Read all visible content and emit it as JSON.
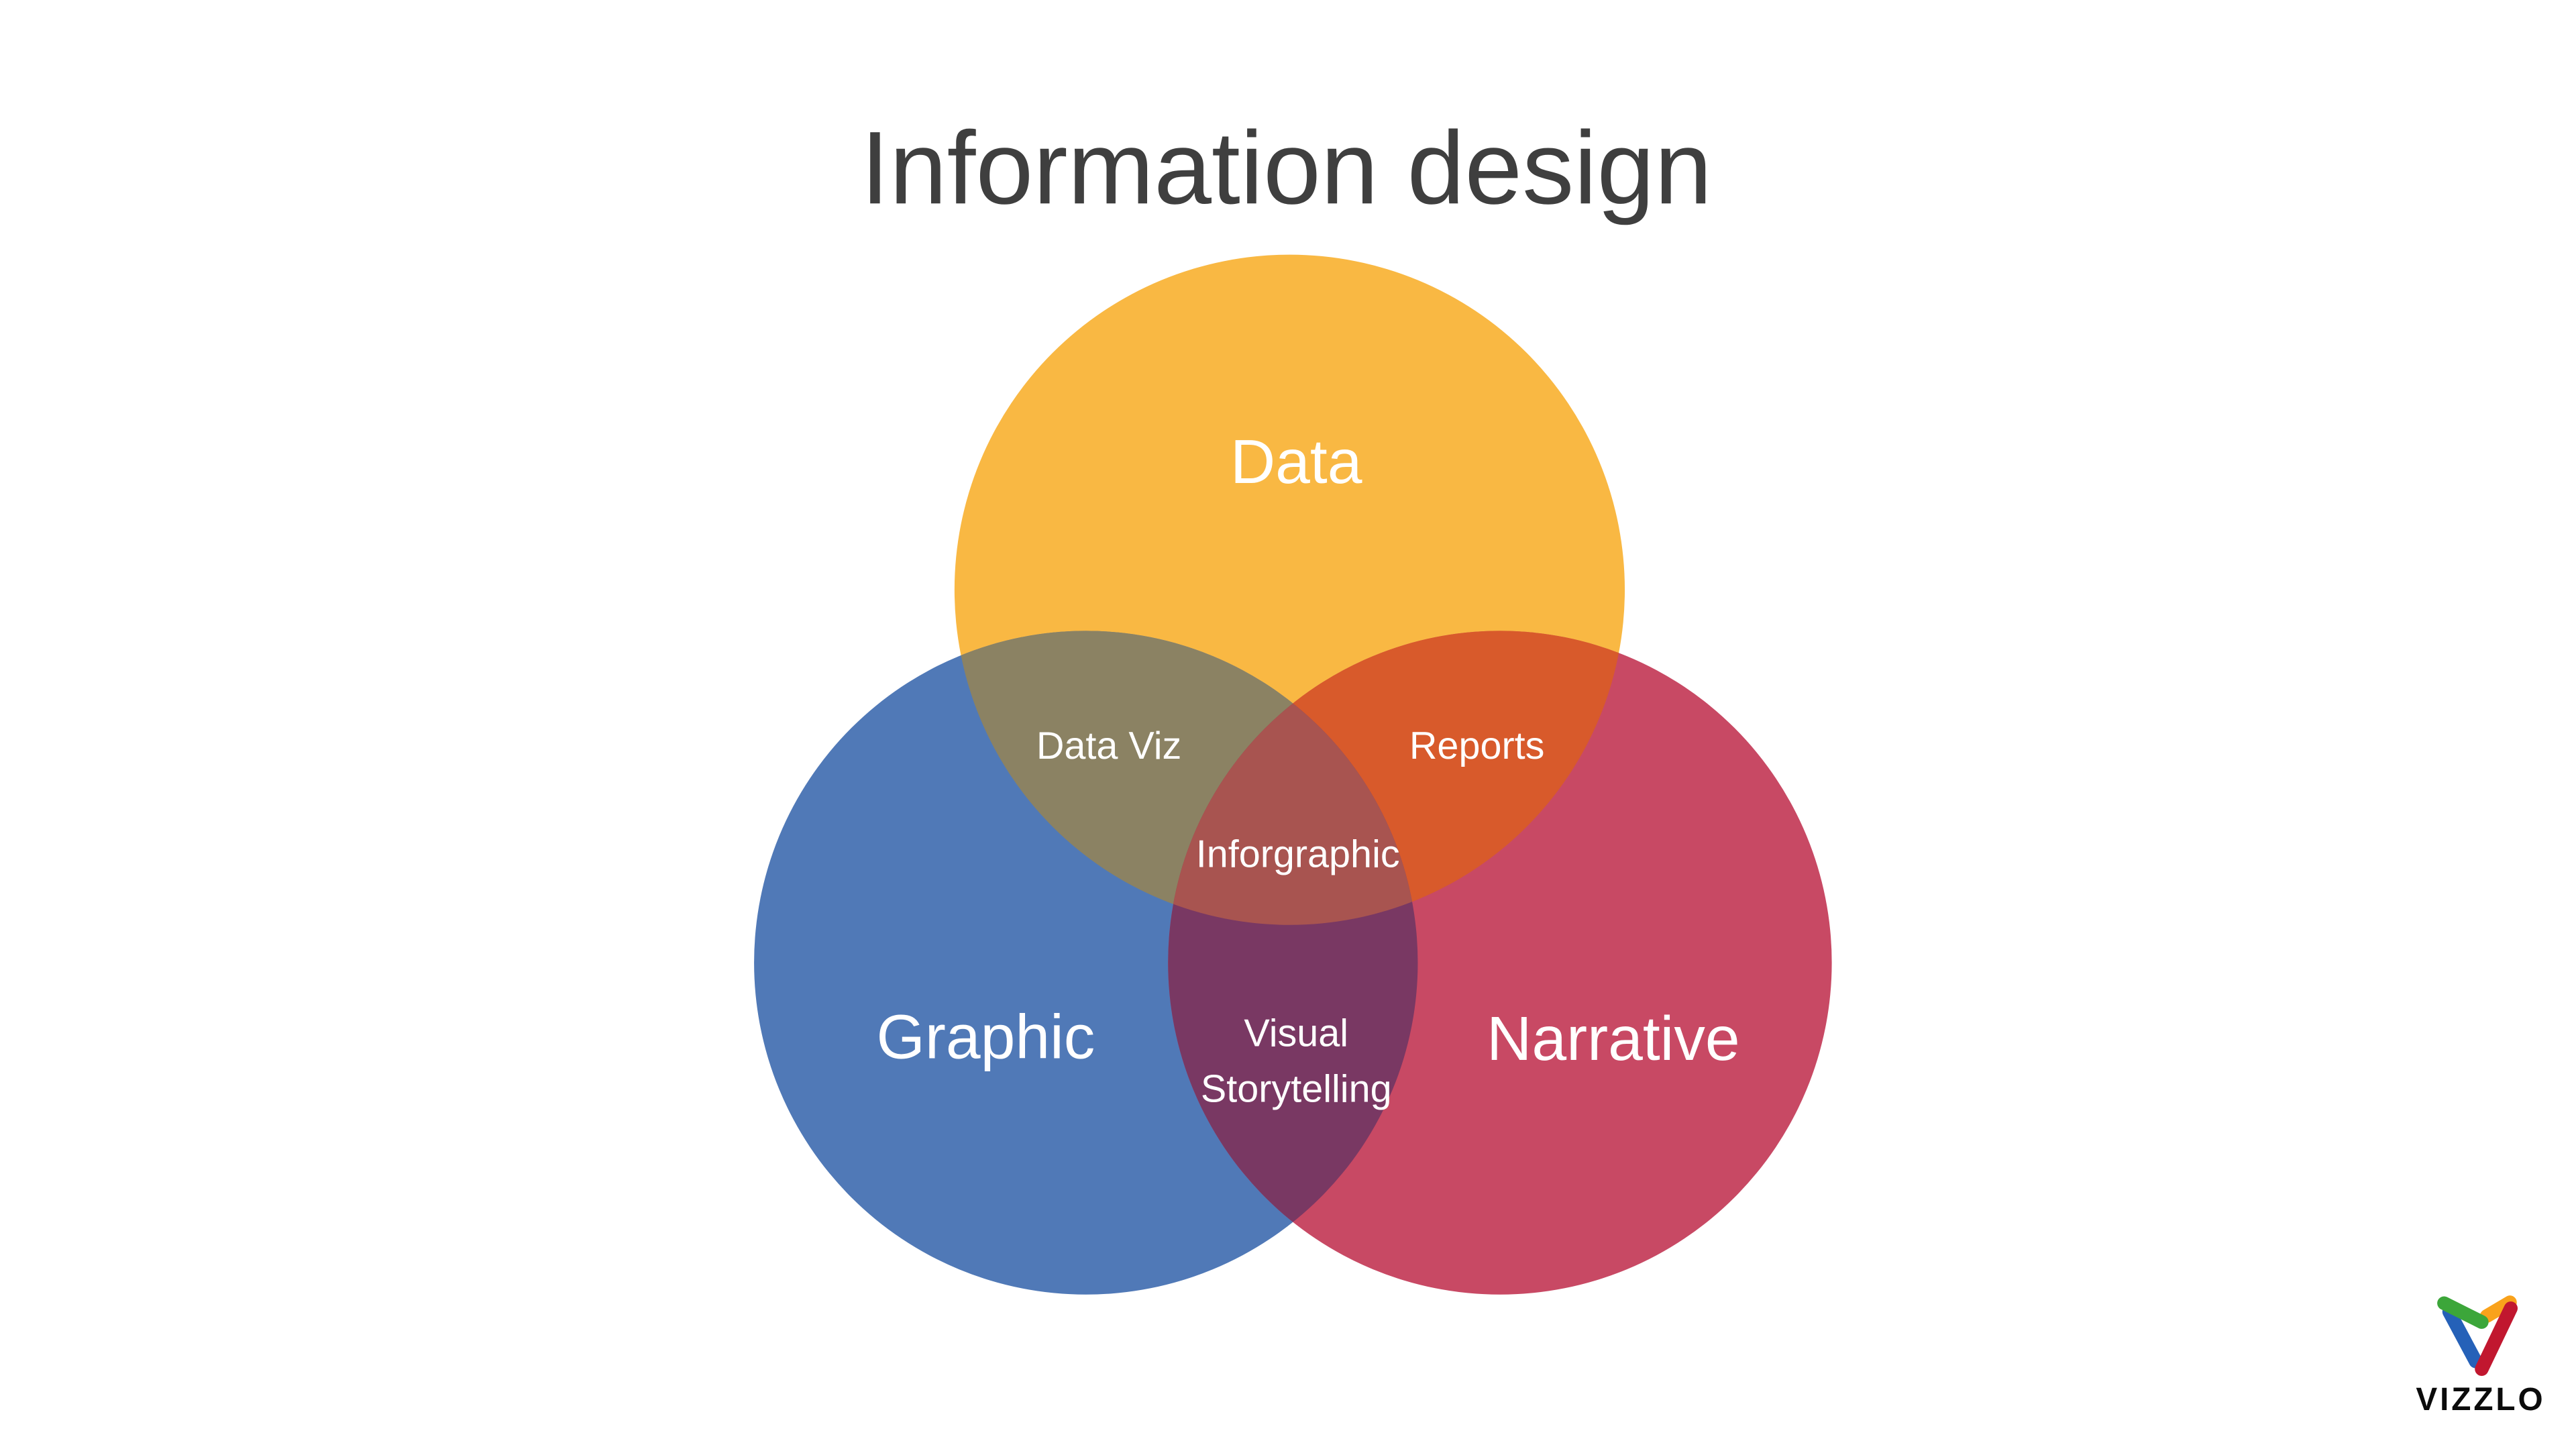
{
  "page": {
    "background": "#FFFFFF"
  },
  "title": {
    "text": "Information design",
    "color": "#3F3F3F"
  },
  "venn": {
    "label_color": "#FFFFFF",
    "sets": {
      "data": {
        "label": "Data",
        "color": "#F9B843"
      },
      "graphic": {
        "label": "Graphic",
        "color": "#5079B7"
      },
      "narrative": {
        "label": "Narrative",
        "color": "#C84964"
      }
    },
    "intersections": {
      "data_graphic": {
        "label": "Data Viz",
        "color": "#8B8263"
      },
      "data_narrative": {
        "label": "Reports",
        "color": "#D85A2B"
      },
      "graphic_narrative": {
        "label": "Visual Storytelling",
        "lines": [
          "Visual",
          "Storytelling"
        ],
        "color": "#793863"
      },
      "data_graphic_narrative": {
        "label": "Inforgraphic",
        "color": "#A85450"
      }
    }
  },
  "branding": {
    "wordmark": "VIZZLO",
    "wordmark_color": "#0B0B0B",
    "logo_icon_colors": {
      "green": "#3CA63A",
      "orange": "#F9A21B",
      "blue": "#2561B8",
      "red": "#C1172F"
    }
  }
}
